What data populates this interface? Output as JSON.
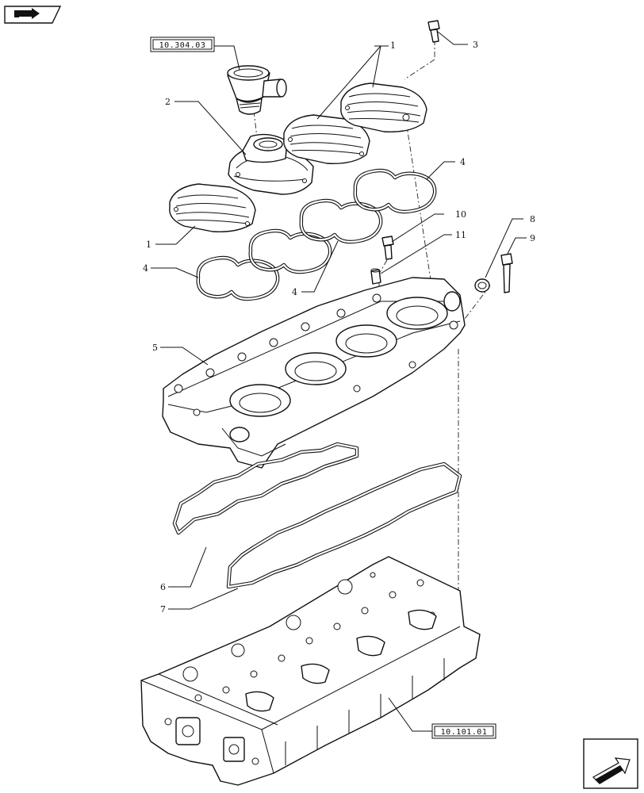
{
  "callouts": {
    "c1a": "1",
    "c1b": "1",
    "c2": "2",
    "c3": "3",
    "c4a": "4",
    "c4b": "4",
    "c4c": "4",
    "c5": "5",
    "c6": "6",
    "c7": "7",
    "c8": "8",
    "c9": "9",
    "c10": "10",
    "c11": "11"
  },
  "references": {
    "top": "10.304.03",
    "bottom": "10.101.01"
  },
  "icons": {
    "top_left": "book-arrow-icon",
    "bottom_right": "next-page-arrow-icon"
  }
}
